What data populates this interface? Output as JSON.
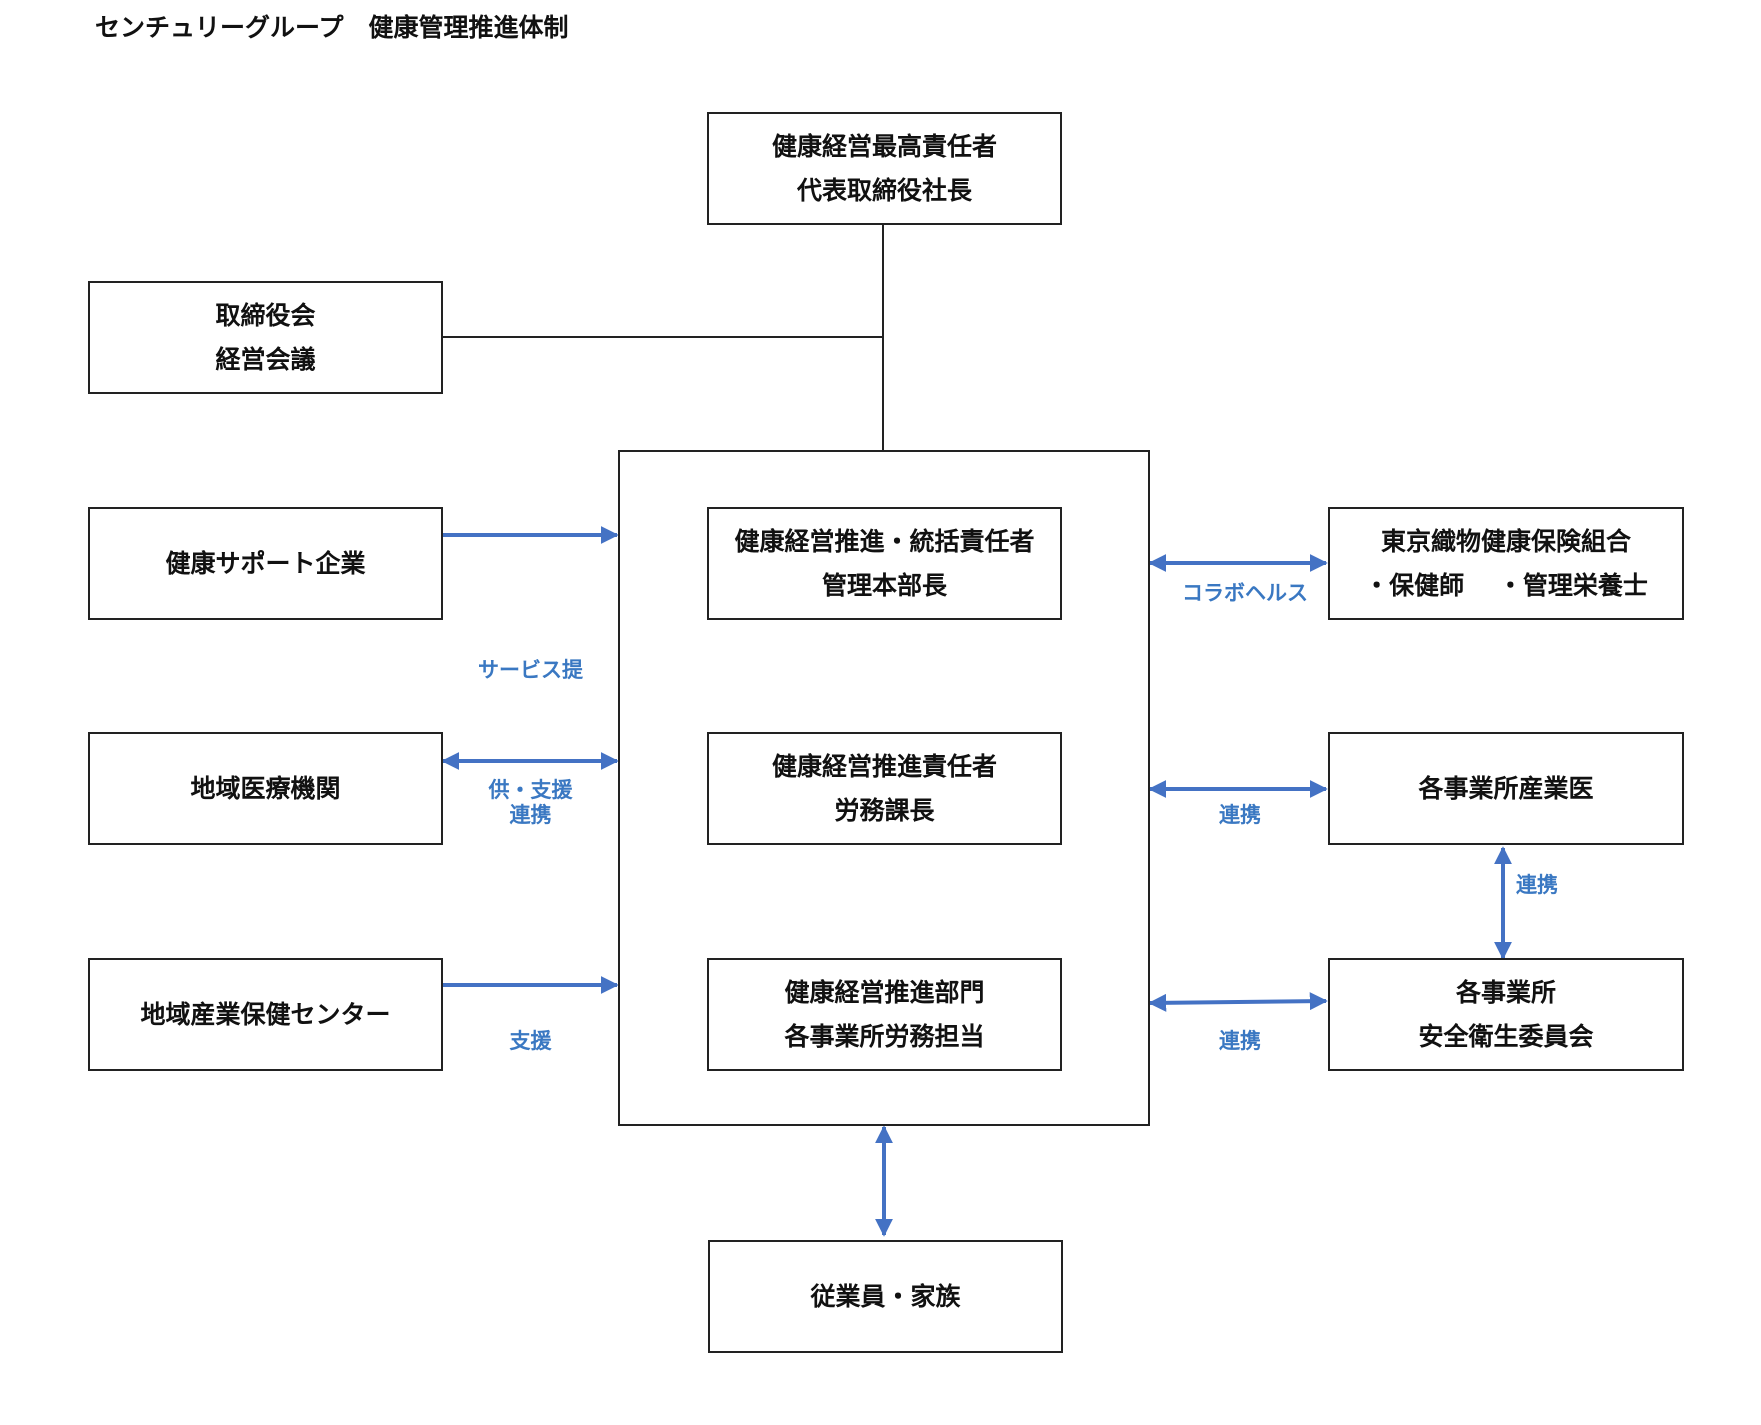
{
  "title": "センチュリーグループ　健康管理推進体制",
  "colors": {
    "arrow": "#4472c4",
    "label": "#3a78c2",
    "border": "#222222"
  },
  "boxes": {
    "ceo": [
      "健康経営最高責任者",
      "代表取締役社長"
    ],
    "board": [
      "取締役会",
      "経営会議"
    ],
    "support_company": [
      "健康サポート企業"
    ],
    "regional_medical": [
      "地域医療機関"
    ],
    "regional_center": [
      "地域産業保健センター"
    ],
    "general_manager": [
      "健康経営推進・統括責任者",
      "管理本部長"
    ],
    "promotion_manager": [
      "健康経営推進責任者",
      "労務課長"
    ],
    "promotion_dept": [
      "健康経営推進部門",
      "各事業所労務担当"
    ],
    "insurance": [
      "東京織物健康保険組合",
      "・保健師　 ・管理栄養士"
    ],
    "occupational_doctor": [
      "各事業所産業医"
    ],
    "safety_committee": [
      "各事業所",
      "安全衛生委員会"
    ],
    "employees": [
      "従業員・家族"
    ]
  },
  "labels": {
    "service": [
      "サービス提",
      "供・支援"
    ],
    "collab_medical": "連携",
    "support": "支援",
    "collabo_health": "コラボヘルス",
    "collab_doctor": "連携",
    "collab_vertical": "連携",
    "collab_safety": "連携"
  }
}
